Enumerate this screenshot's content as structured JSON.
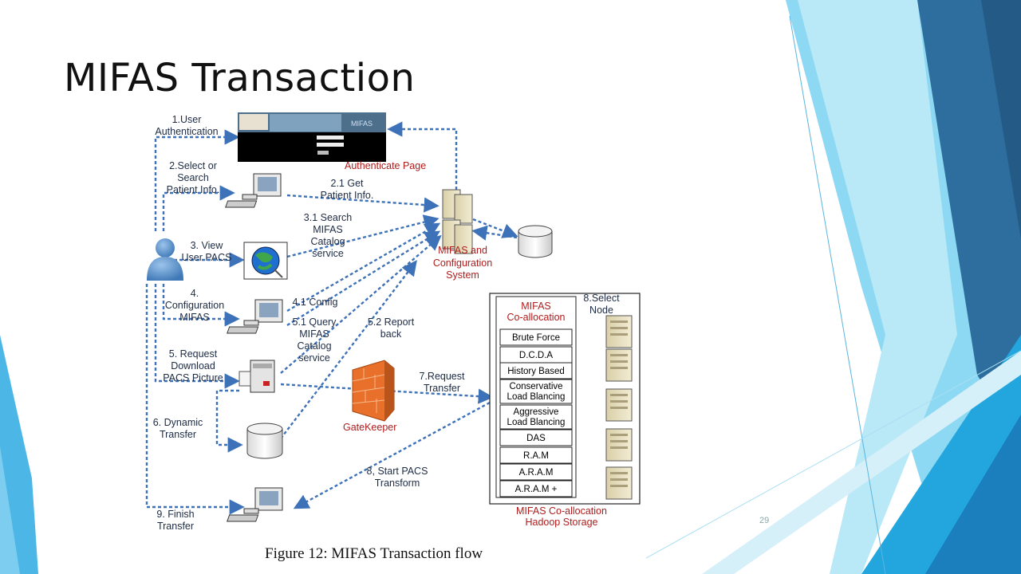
{
  "slide": {
    "title": "MIFAS Transaction",
    "page_number": "29",
    "caption": "Figure 12: MIFAS Transaction flow"
  },
  "steps": {
    "s1": [
      "1.User",
      "Authentication"
    ],
    "s2": [
      "2.Select or",
      "Search",
      "Patient Info."
    ],
    "s21": [
      "2.1 Get",
      "Patient Info."
    ],
    "s31": [
      "3.1 Search",
      "MIFAS",
      "Catalog",
      "service"
    ],
    "s3": [
      "3. View",
      "User PACS"
    ],
    "s4": [
      "4.",
      "Configuration",
      "MIFAS"
    ],
    "s41": [
      "4.1 Config"
    ],
    "s51": [
      "5.1 Query",
      "MIFAS",
      "Catalog",
      "service"
    ],
    "s52": [
      "5.2 Report",
      "back"
    ],
    "s5": [
      "5. Request",
      "Download",
      "PACS Picture"
    ],
    "s6": [
      "6. Dynamic",
      "Transfer"
    ],
    "s7": [
      "7.Request",
      "Transfer"
    ],
    "s8": [
      "8, Start PACS",
      "Transform"
    ],
    "s9": [
      "9. Finish",
      "Transfer"
    ],
    "select_node": [
      "8.Select",
      "Node"
    ]
  },
  "labels": {
    "authenticate_page": "Authenticate Page",
    "mifas_system": [
      "MIFAS and",
      "Configuration",
      "System"
    ],
    "gatekeeper": "GateKeeper",
    "hadoop": [
      "MIFAS Co-allocation",
      "Hadoop Storage"
    ],
    "login_logo": "MIFAS"
  },
  "coallocation": {
    "header": [
      "MIFAS",
      "Co-allocation"
    ],
    "strategies": [
      [
        "Brute Force"
      ],
      [
        "D.C.D.A"
      ],
      [
        "History Based"
      ],
      [
        "Conservative",
        "Load Blancing"
      ],
      [
        "Aggressive",
        "Load Blancing"
      ],
      [
        "DAS"
      ],
      [
        "R.A.M"
      ],
      [
        "A.R.A.M"
      ],
      [
        "A.R.A.M +"
      ]
    ]
  },
  "colors": {
    "arrow": "#3e72b8",
    "red_label": "#b01c1c",
    "deco_dark": "#1f5f8b",
    "deco_mid": "#2a9bd6",
    "deco_light": "#7fd0ee"
  }
}
